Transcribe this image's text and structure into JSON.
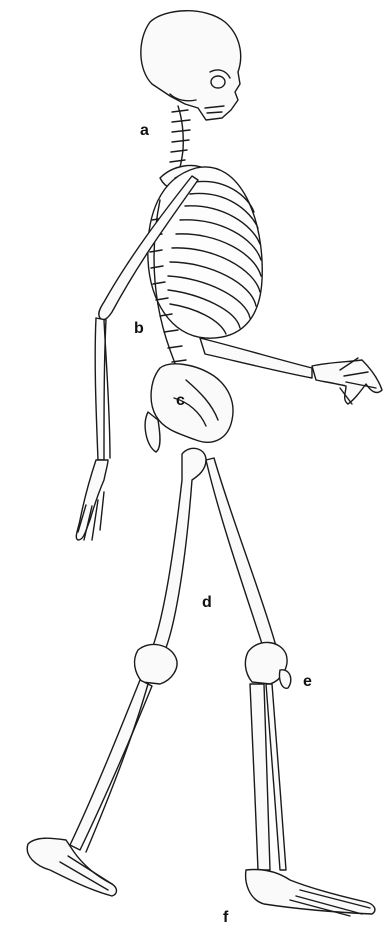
{
  "diagram": {
    "labels": {
      "a": "a",
      "b": "b",
      "c": "c",
      "d": "d",
      "e": "e",
      "f": "f"
    }
  },
  "colors": {
    "line": "#1a1a1a",
    "background": "#ffffff"
  }
}
